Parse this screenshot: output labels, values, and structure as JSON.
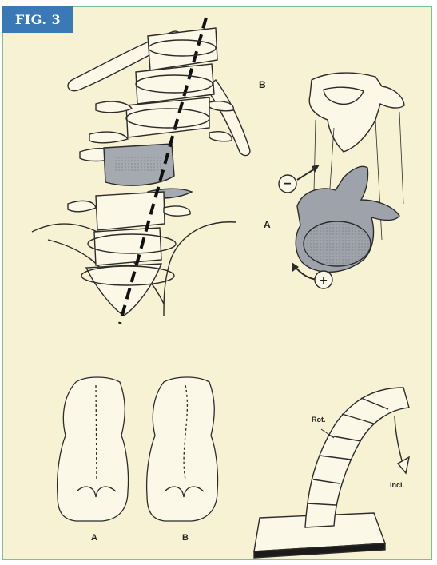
{
  "figure_label": "FIG. 3",
  "panels": {
    "upper_right_labels": {
      "b": "B",
      "a": "A"
    },
    "minus_symbol": "−",
    "plus_symbol": "+",
    "back_labels": {
      "left": "A",
      "right": "B"
    },
    "model_labels": {
      "rotation": "Rot.",
      "inclination": "incl."
    }
  },
  "colors": {
    "tag_bg": "#3a78b6",
    "panel_bg": "#f7f2d3",
    "border": "#7fc08e",
    "vertebra_fill": "#9ea3ab"
  }
}
